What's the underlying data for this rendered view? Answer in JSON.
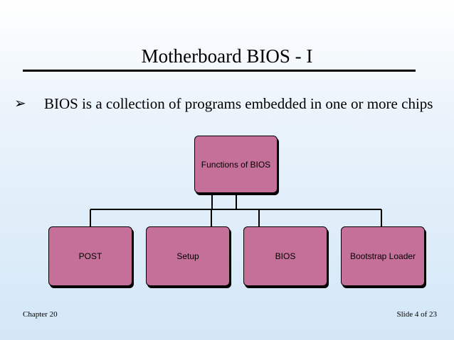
{
  "slide": {
    "title": "Motherboard BIOS - I",
    "bullet_symbol": "➢",
    "bullet_text": "BIOS is a collection of programs embedded in one or more chips"
  },
  "diagram": {
    "root": "Functions of BIOS",
    "children": [
      "POST",
      "Setup",
      "BIOS",
      "Bootstrap Loader"
    ],
    "node_fill": "#c47098"
  },
  "footer": {
    "chapter": "Chapter 20",
    "slide_number": "Slide 4 of 23"
  }
}
